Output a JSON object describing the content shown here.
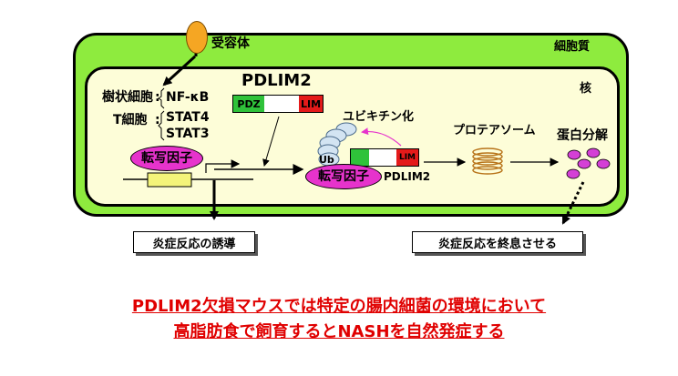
{
  "labels": {
    "receptor": "受容体",
    "cytoplasm": "細胞質",
    "nucleus": "核",
    "pdlim2_title": "PDLIM2",
    "dendritic_cell": "樹状細胞",
    "t_cell": "T細胞",
    "colon1": ":",
    "colon2": ":",
    "nfkb": "NF-κB",
    "stat4": "STAT4",
    "stat3": "STAT3",
    "tf1": "転写因子",
    "tf2": "転写因子",
    "ub": "Ub",
    "ubiquitination": "ユビキチン化",
    "proteasome": "プロテアソーム",
    "degradation": "蛋白分解",
    "pdlim2_small": "PDLIM2",
    "pdz": "PDZ",
    "lim": "LIM",
    "lim_small": "LIM"
  },
  "boxes": {
    "induction": "炎症反応の誘導",
    "termination": "炎症反応を終息させる"
  },
  "caption": {
    "line1": "PDLIM2欠損マウスでは特定の腸内細菌の環境において",
    "line2": "高脂肪食で飼育するとNASHを自然発症する"
  },
  "colors": {
    "cell_fill": "#8eeb3e",
    "nucleus_fill": "#fdfdd8",
    "receptor": "#f5a623",
    "tf_fill": "#e633cc",
    "gene_box": "#f4f47a",
    "pdz_green": "#2fc23a",
    "lim_red": "#e41a1a",
    "ub_fill": "#d3e4f2",
    "degraded": "#d43fd6",
    "caption": "#e00000"
  }
}
